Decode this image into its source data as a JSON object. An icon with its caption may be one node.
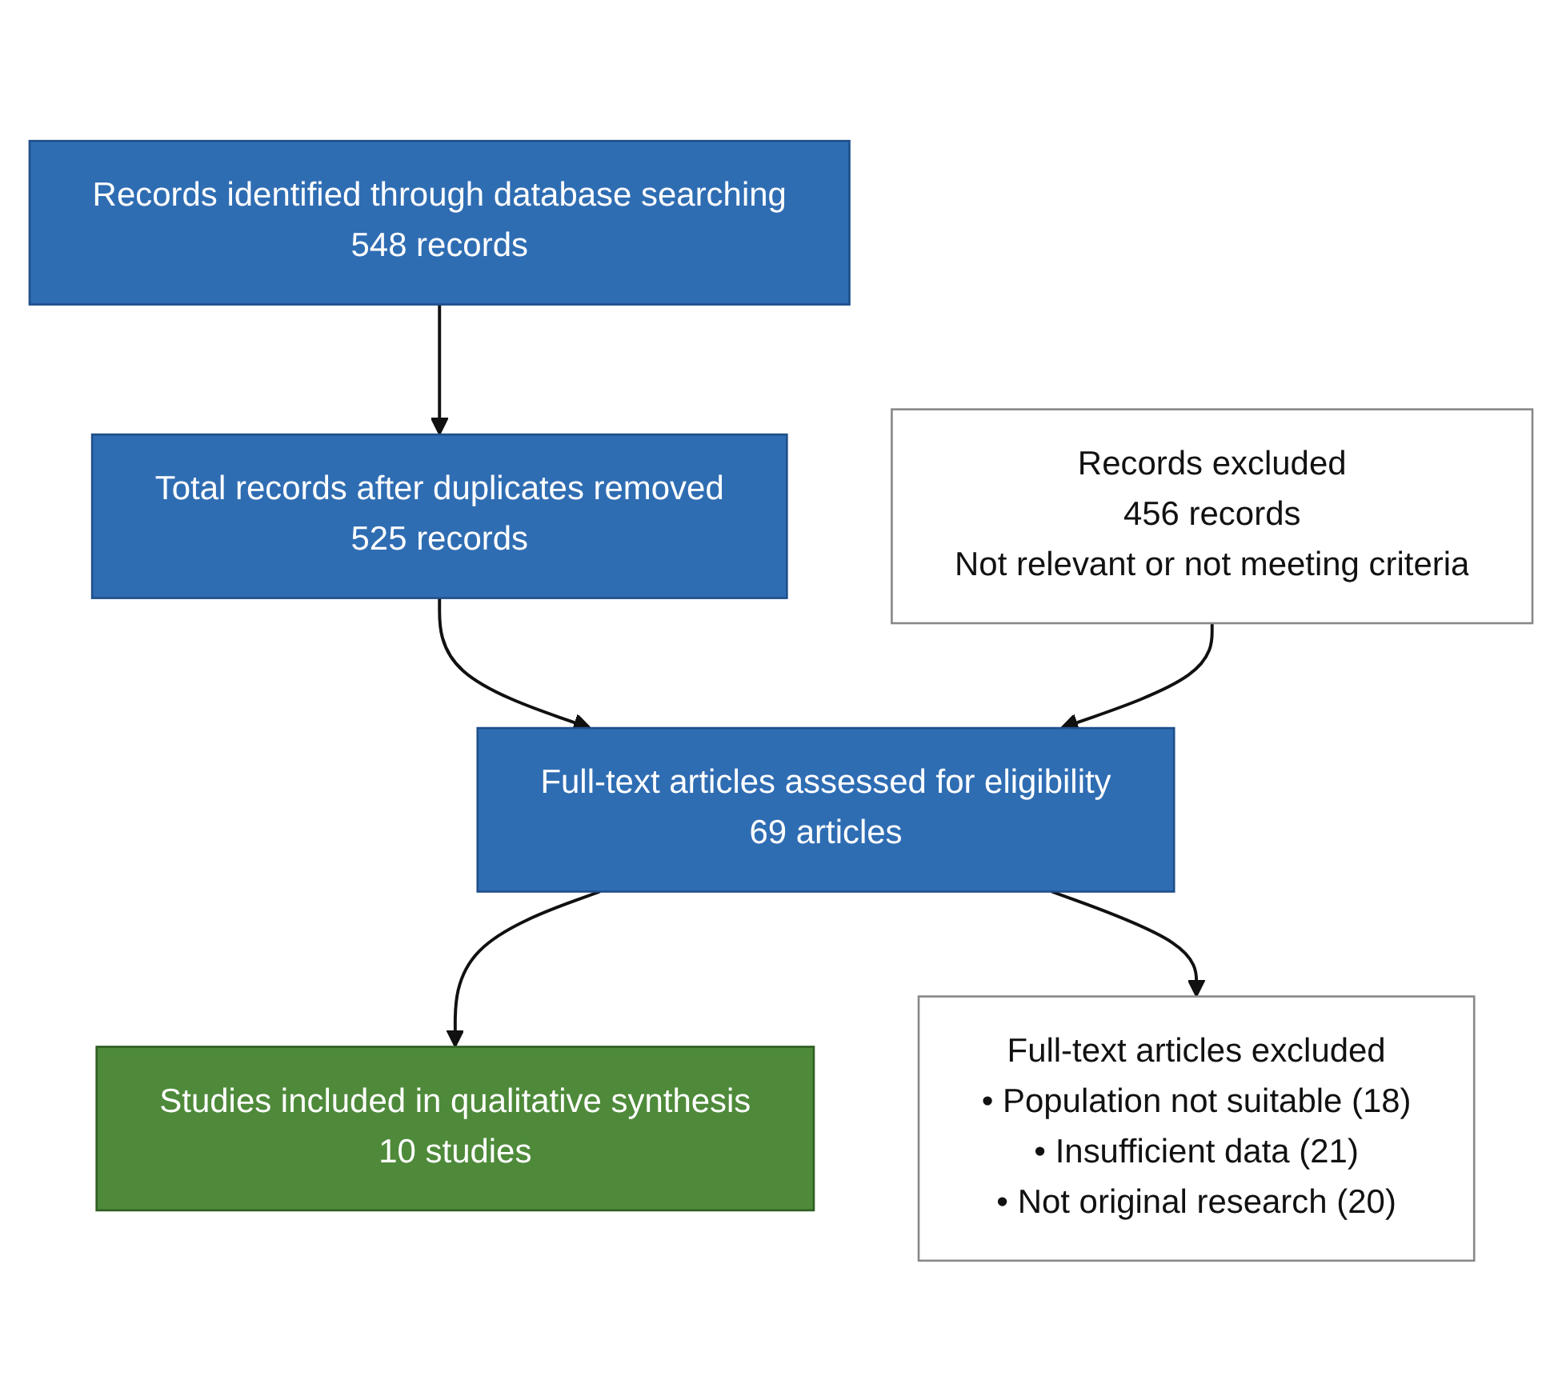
{
  "diagram": {
    "nodes": [
      {
        "text": [
          "Records identified through database searching",
          "548 records"
        ]
      },
      {
        "text": [
          "Total records after duplicates removed",
          "525 records"
        ]
      },
      {
        "text": [
          "Records excluded",
          "456 records",
          "Not relevant or not meeting criteria"
        ]
      },
      {
        "text": [
          "Full-text articles assessed for eligibility",
          "69 articles"
        ]
      },
      {
        "text": [
          "Full-text articles excluded",
          "• Population not suitable (18)",
          "• Insufficient data (21)",
          "• Not original research (20)"
        ]
      },
      {
        "text": [
          "Studies included in qualitative synthesis",
          "10 studies"
        ]
      }
    ],
    "edges": [
      {
        "from": 0,
        "to": 1,
        "arrow": "to"
      },
      {
        "from": 1,
        "to": 3,
        "arrow": "to"
      },
      {
        "from": 2,
        "to": 3,
        "arrow": "to"
      },
      {
        "from": 3,
        "to": 5,
        "arrow": "to"
      },
      {
        "from": 3,
        "to": 4,
        "arrow": "to"
      }
    ]
  }
}
